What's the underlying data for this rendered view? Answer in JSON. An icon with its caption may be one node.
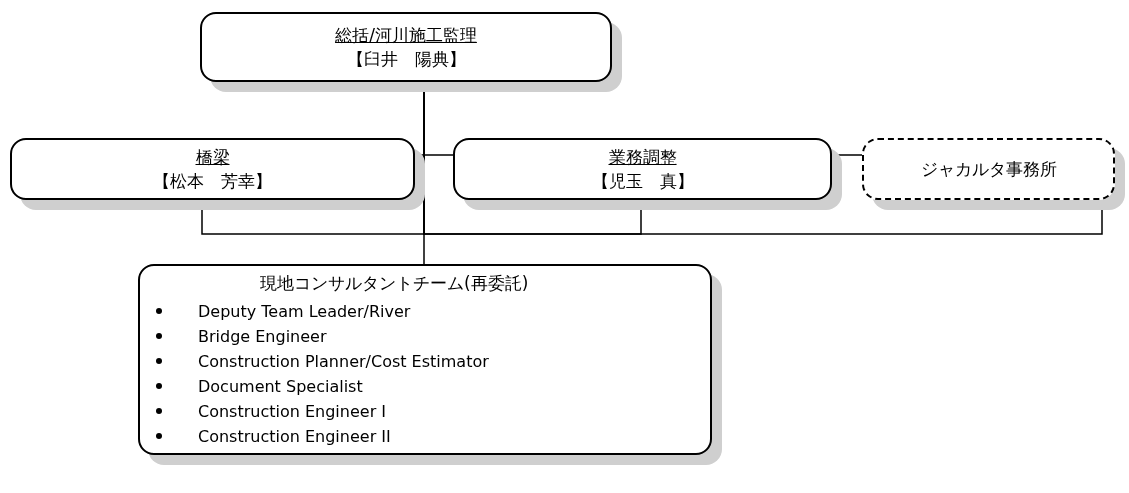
{
  "diagram": {
    "nodes": [
      {
        "text": [
          "総括/河川施工監理",
          "【臼井　陽典】"
        ]
      },
      {
        "text": [
          "橋梁",
          "【松本　芳幸】"
        ]
      },
      {
        "text": [
          "業務調整",
          "【児玉　真】"
        ]
      },
      {
        "text": [
          "ジャカルタ事務所"
        ]
      },
      {
        "text": [
          "現地コンサルタントチーム(再委託)",
          "Deputy Team Leader/River",
          "Bridge Engineer",
          "Construction Planner/Cost Estimator",
          "Document Specialist",
          "Construction Engineer I",
          "Construction Engineer II"
        ]
      }
    ],
    "edges": [
      {
        "from": 0,
        "to": 1,
        "arrow": "none"
      },
      {
        "from": 0,
        "to": 2,
        "arrow": "none"
      },
      {
        "from": 0,
        "to": 3,
        "arrow": "none"
      },
      {
        "from": 0,
        "to": 4,
        "arrow": "none"
      }
    ]
  }
}
